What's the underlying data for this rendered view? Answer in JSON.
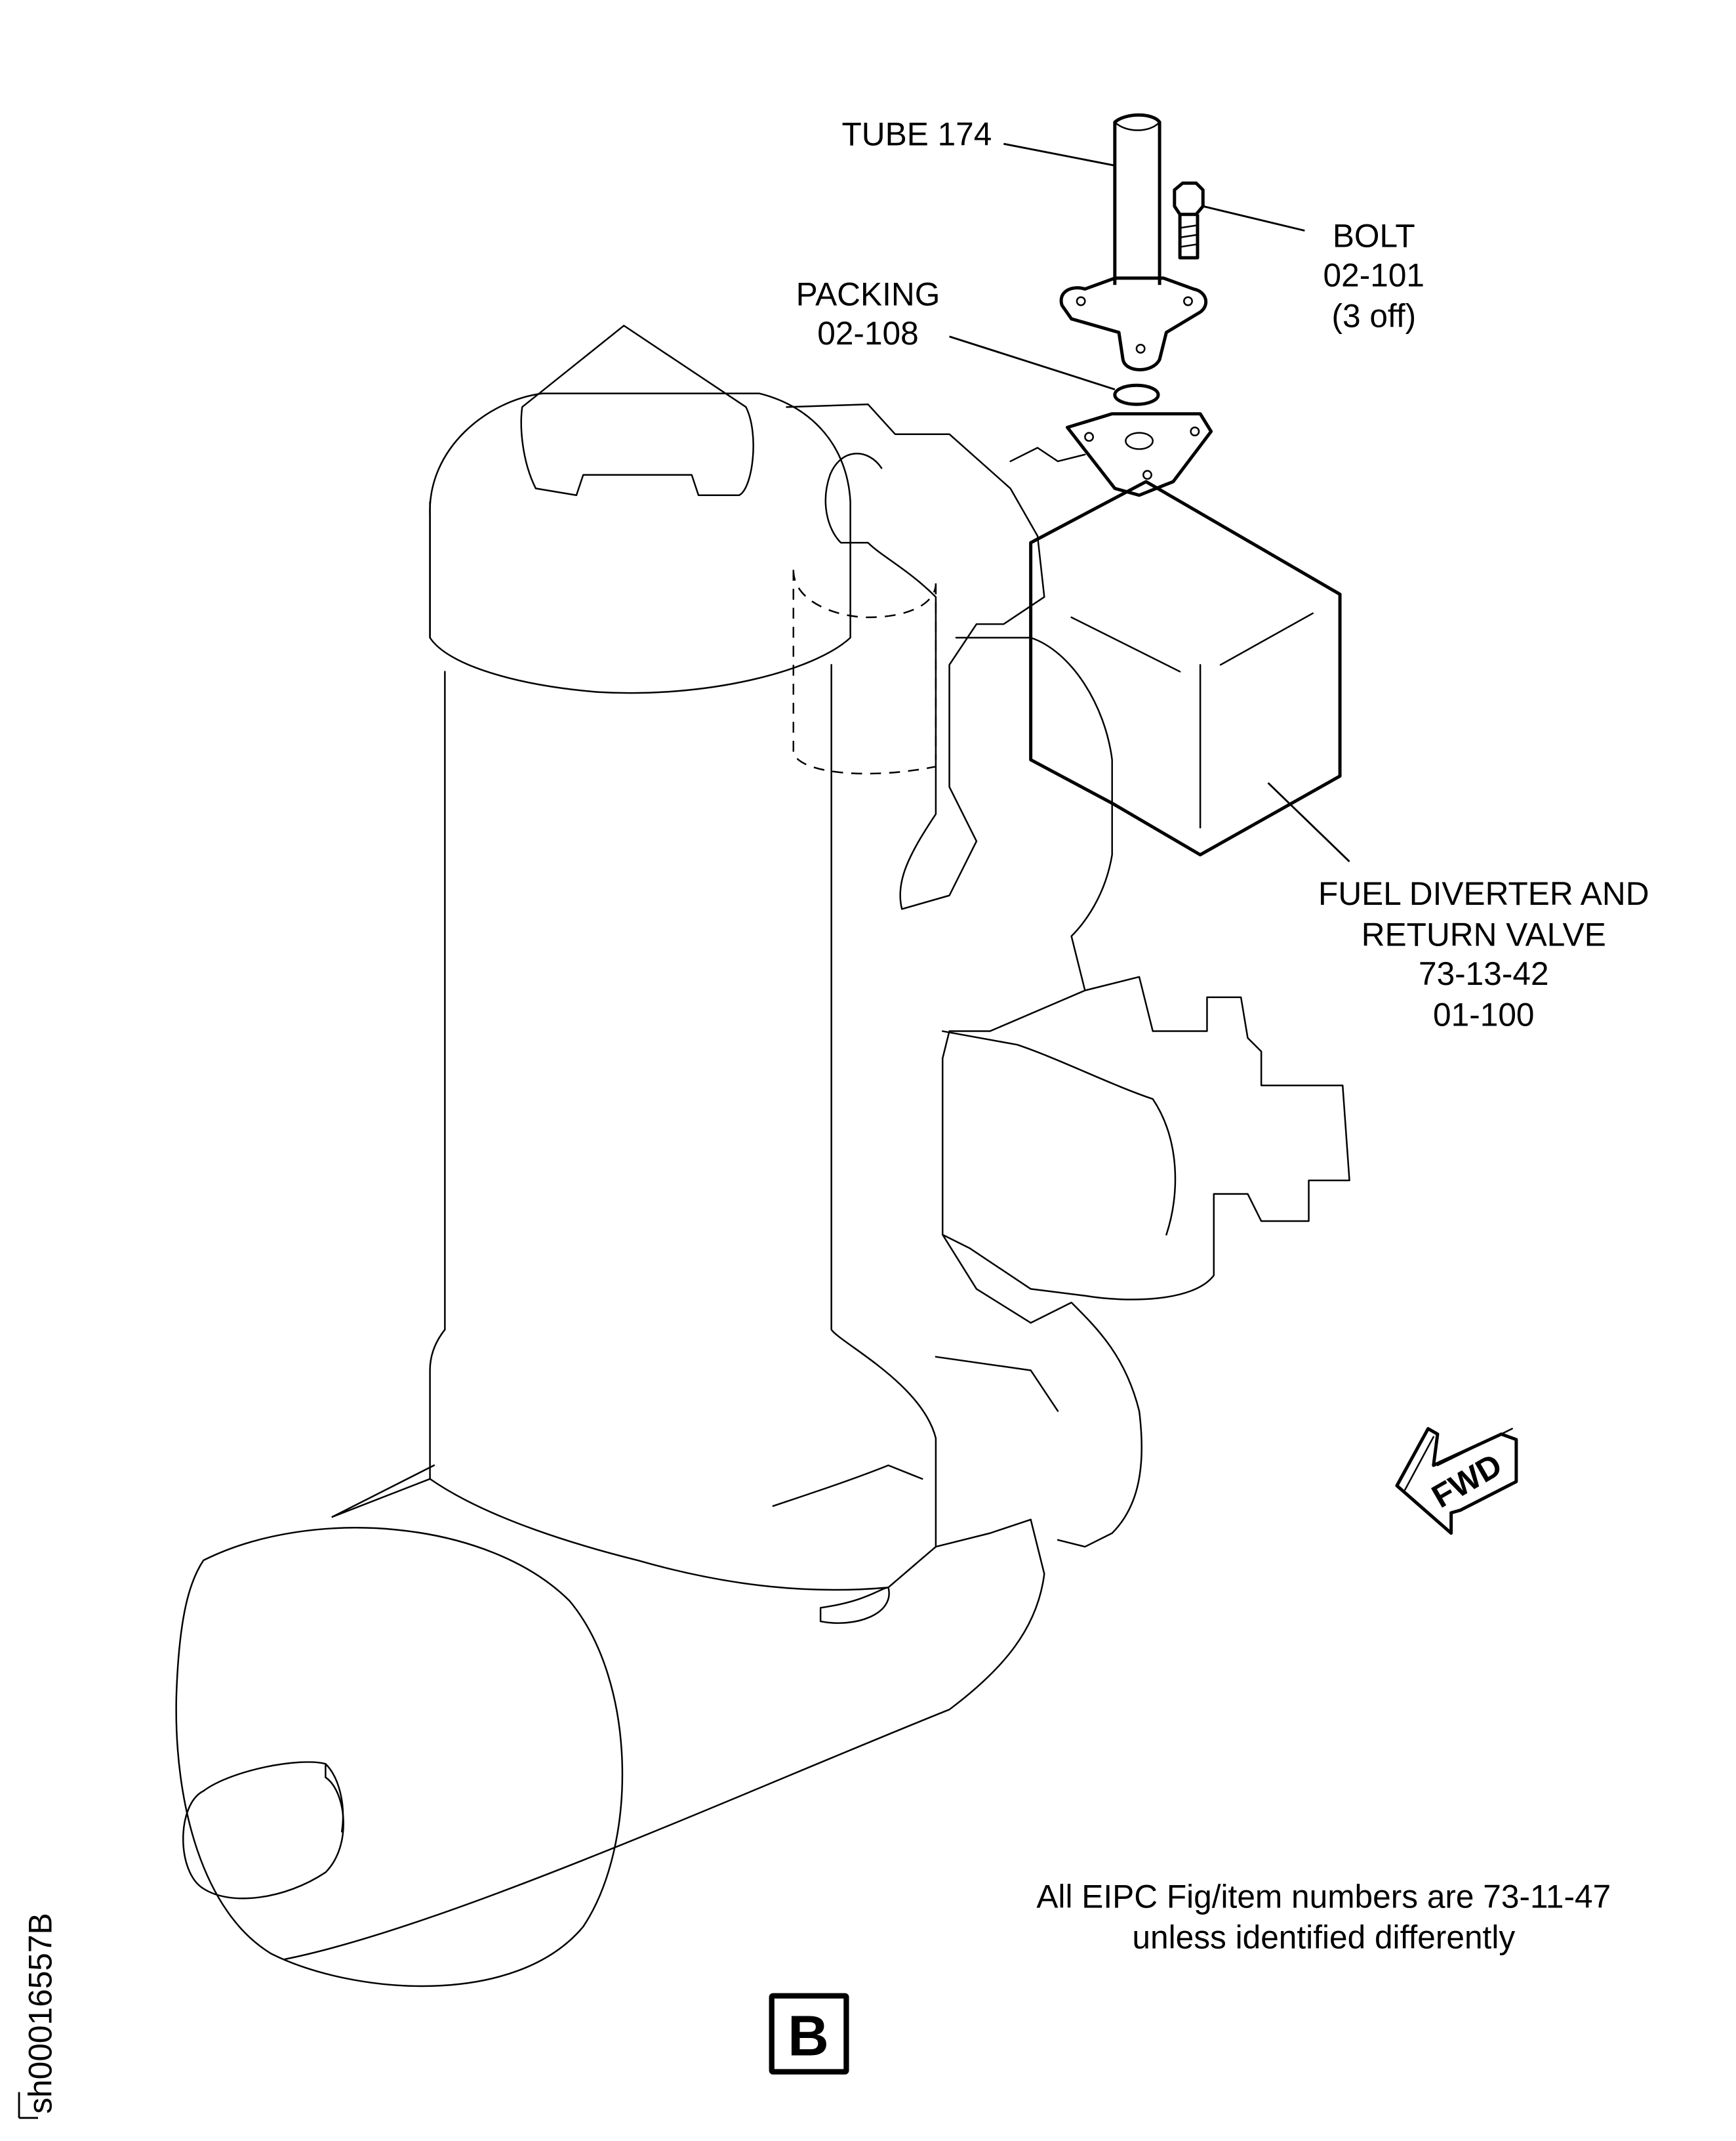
{
  "callouts": {
    "tube": {
      "line1": "TUBE 174"
    },
    "bolt": {
      "line1": "BOLT",
      "line2": "02-101",
      "line3": "(3 off)"
    },
    "packing": {
      "line1": "PACKING",
      "line2": "02-108"
    },
    "valve": {
      "line1": "FUEL DIVERTER AND",
      "line2": "RETURN VALVE",
      "line3": "73-13-42",
      "line4": "01-100"
    }
  },
  "note": {
    "line1": "All EIPC Fig/item numbers are 73-11-47",
    "line2": "unless identified differently"
  },
  "view_label": "B",
  "direction_arrow": "FWD",
  "sheet_id": "sh00016557B"
}
